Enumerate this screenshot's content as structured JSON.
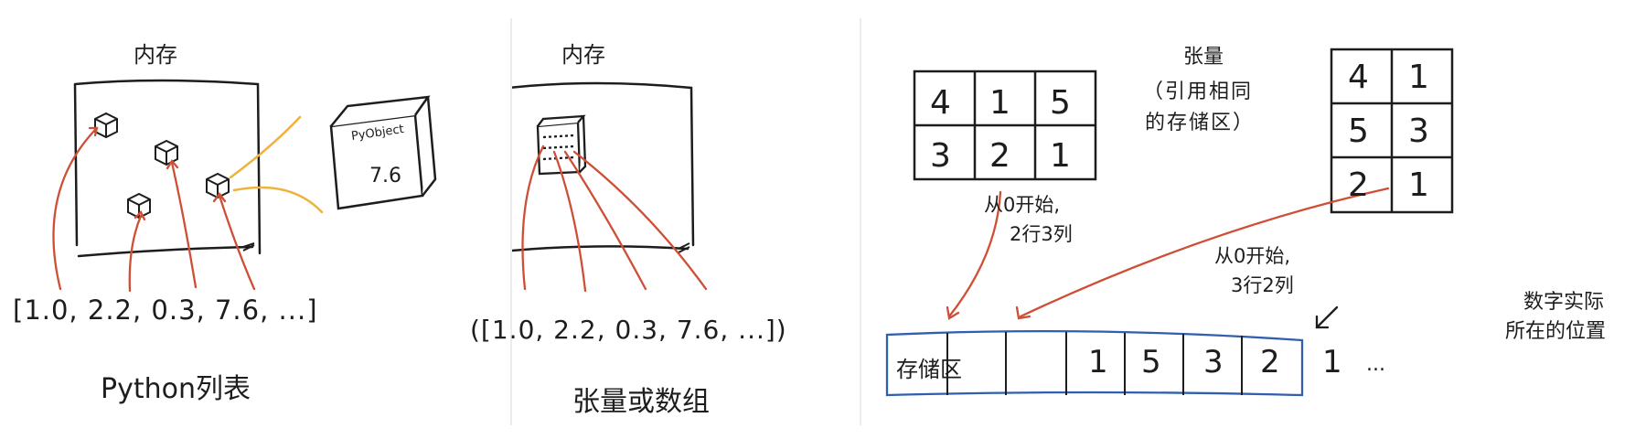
{
  "panel_list": {
    "memory_label": "内存",
    "pyobject_label": "PyObject",
    "pyobject_value": "7.6",
    "list_text": "[1.0, 2.2, 0.3, 7.6, ...]",
    "caption": "Python列表"
  },
  "panel_tensor": {
    "memory_label": "内存",
    "list_text": "([1.0, 2.2, 0.3, 7.6, ...])",
    "caption": "张量或数组"
  },
  "panel_storage": {
    "tensor_note_lines": [
      "张量",
      "（引用相同",
      "的存储区）"
    ],
    "matrix_a": [
      [
        "4",
        "1",
        "5"
      ],
      [
        "3",
        "2",
        "1"
      ]
    ],
    "matrix_b": [
      [
        "4",
        "1"
      ],
      [
        "5",
        "3"
      ],
      [
        "2",
        "1"
      ]
    ],
    "note_a_lines": [
      "从0开始,",
      "2行3列"
    ],
    "note_b_lines": [
      "从0开始,",
      "3行2列"
    ],
    "storage_label": "存储区",
    "storage_cells": [
      "",
      "1",
      "5",
      "3",
      "2",
      "1",
      "..."
    ],
    "location_note_lines": [
      "数字实际",
      "所在的位置"
    ]
  },
  "colors": {
    "ink": "#1d1d1d",
    "arrow": "#cf4f36",
    "memory_link": "#eeb33c",
    "storage_border": "#2f5fae"
  }
}
